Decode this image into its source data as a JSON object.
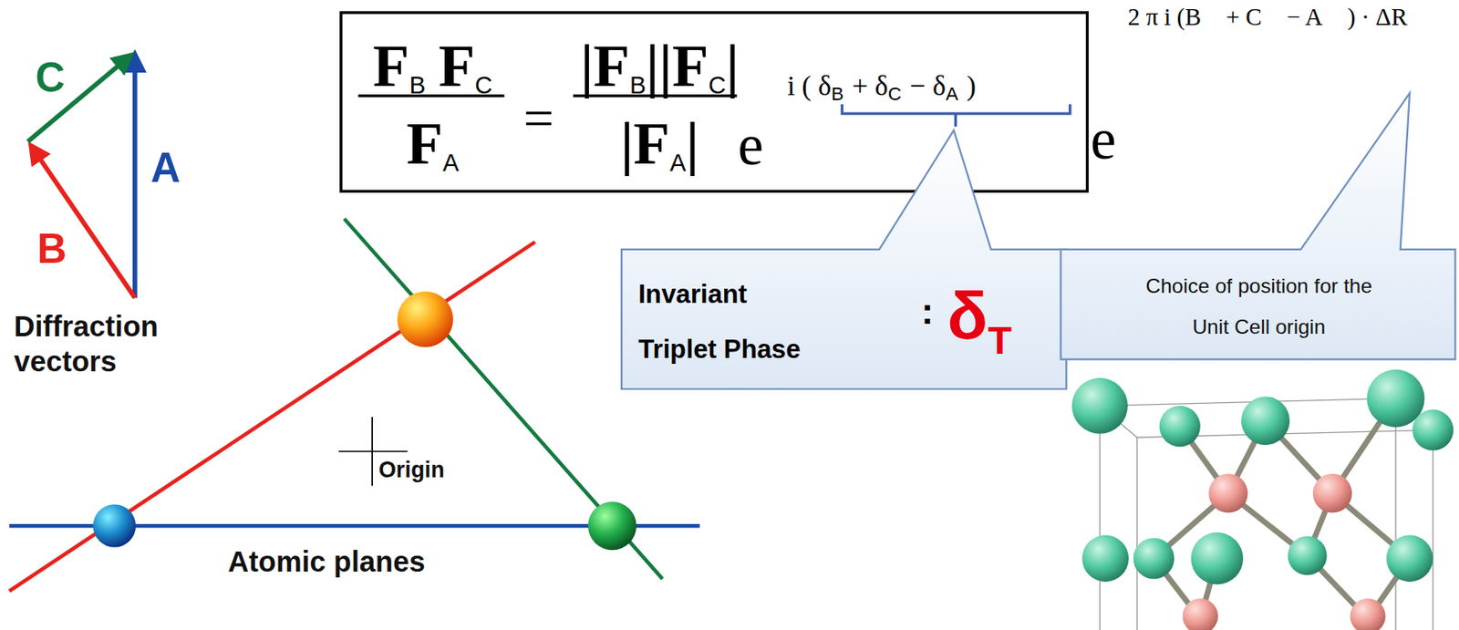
{
  "diagram": {
    "nodes": [
      {
        "text": [
          "F",
          "B",
          "F",
          "C",
          "F",
          "A",
          "=",
          "|F",
          "B",
          "||F",
          "C",
          "|",
          "|F",
          "A",
          "|",
          "e",
          "i ( δ",
          "B",
          "+ δ",
          "C",
          "− δ",
          "A",
          ")"
        ]
      },
      {
        "text": [
          "Invariant Triplet Phase",
          ":",
          "δ",
          "T"
        ]
      },
      {
        "text": [
          "Choice of position for the Unit Cell origin"
        ]
      }
    ],
    "labels": [
      "C",
      "B",
      "A",
      "Diffraction vectors",
      "Origin",
      "Atomic planes",
      "e",
      "2 π i (B⃗ + C⃗ − A⃗ ) · ΔR⃗"
    ]
  }
}
